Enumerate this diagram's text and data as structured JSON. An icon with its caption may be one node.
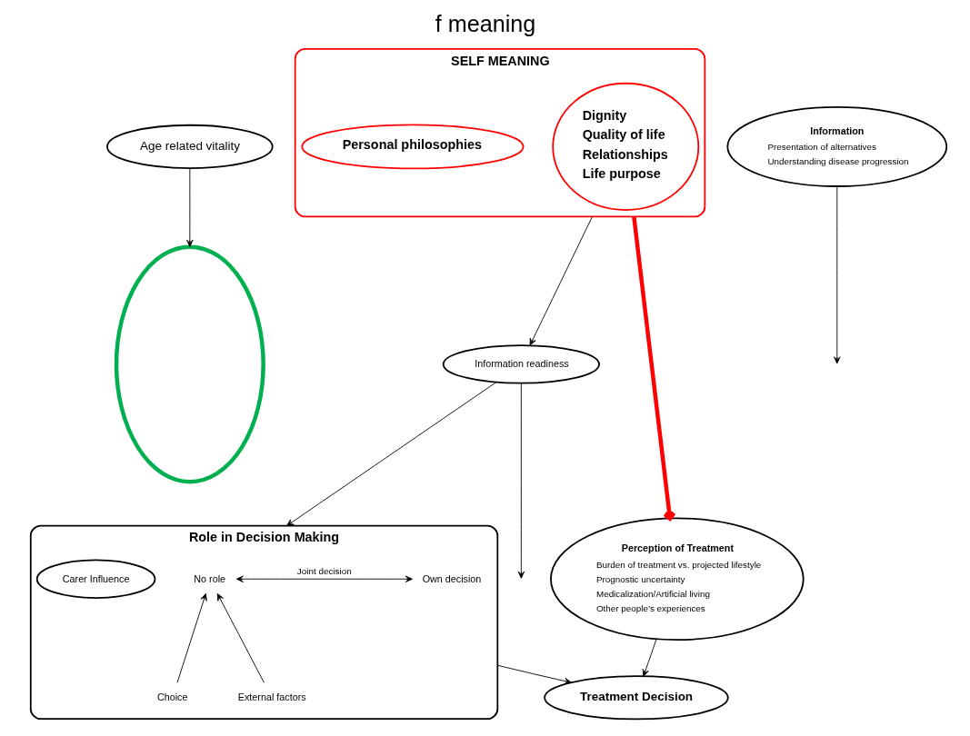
{
  "diagram": {
    "title": "f meaning",
    "nodes": [
      {
        "text": [],
        "shape": "ellipse"
      },
      {
        "text": [
          "SELF MEANING"
        ]
      },
      {
        "text": [
          "Dignity",
          "Quality of life",
          "Relationships",
          "Life purpose"
        ],
        "in": 1
      },
      {
        "text": [
          "Personal philosophies"
        ],
        "in": 1
      },
      {
        "text": [
          "Age related vitality"
        ]
      },
      {
        "text": [
          "Information",
          "Presentation of alternatives",
          "Understanding disease progression"
        ]
      },
      {
        "text": [
          "Information readiness"
        ]
      },
      {
        "text": [
          "Perception of Treatment",
          "Burden of treatment vs. projected lifestyle",
          "Prognostic uncertainty",
          "Medicalization/Artificial living",
          "Other people’s experiences"
        ]
      },
      {
        "text": [
          "Role in Decision Making"
        ]
      },
      {
        "text": [
          "No role"
        ],
        "in": 8
      },
      {
        "text": [
          "Own decision"
        ],
        "in": 8
      },
      {
        "text": [
          "Choice"
        ],
        "in": 8
      },
      {
        "text": [
          "External factors"
        ],
        "in": 8
      },
      {
        "text": [
          "Carer Influence"
        ],
        "in": 8
      },
      {
        "text": [
          "Treatment Decision"
        ]
      }
    ],
    "edges": [
      {
        "from": 4,
        "to": 0,
        "arrow": "to"
      },
      {
        "from": 5,
        "to": null,
        "arrow": "to"
      },
      {
        "from": 1,
        "to": 7,
        "arrow": "to",
        "style": "thick",
        "color": "#ff0000"
      },
      {
        "from": 6,
        "to": null,
        "arrow": "to"
      },
      {
        "from": 1,
        "to": 6,
        "arrow": "to"
      },
      {
        "from": 6,
        "to": 8,
        "arrow": "to"
      },
      {
        "from": 7,
        "to": 14,
        "arrow": "to"
      },
      {
        "from": 8,
        "to": 14,
        "arrow": "to"
      },
      {
        "from": 9,
        "to": 10,
        "arrow": "both",
        "label": "Joint decision"
      },
      {
        "from": 11,
        "to": 9,
        "arrow": "to"
      },
      {
        "from": 12,
        "to": 9,
        "arrow": "to"
      }
    ]
  }
}
